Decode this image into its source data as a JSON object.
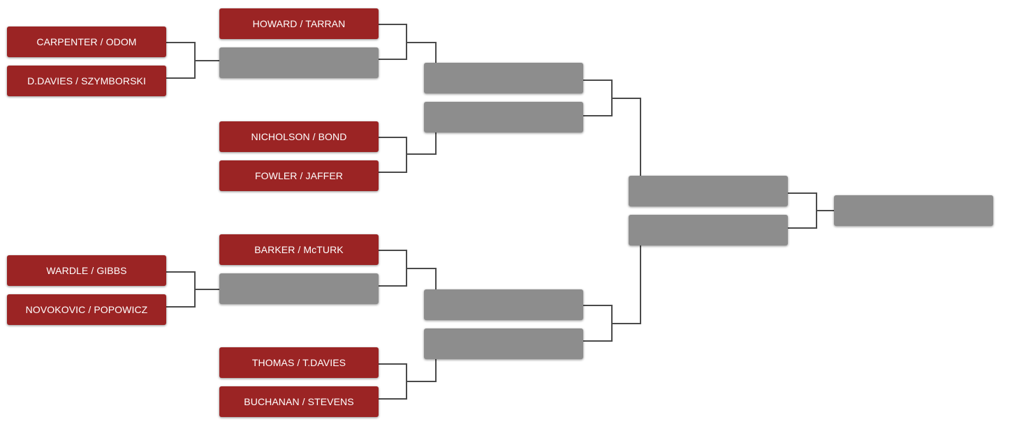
{
  "bracket": {
    "rounds": [
      {
        "slots": [
          {
            "label": "CARPENTER / ODOM",
            "status": "team"
          },
          {
            "label": "D.DAVIES / SZYMBORSKI",
            "status": "team"
          },
          {
            "label": "WARDLE / GIBBS",
            "status": "team"
          },
          {
            "label": "NOVOKOVIC / POPOWICZ",
            "status": "team"
          }
        ]
      },
      {
        "slots": [
          {
            "label": "HOWARD / TARRAN",
            "status": "team"
          },
          {
            "label": "",
            "status": "empty"
          },
          {
            "label": "NICHOLSON / BOND",
            "status": "team"
          },
          {
            "label": "FOWLER / JAFFER",
            "status": "team"
          },
          {
            "label": "BARKER / McTURK",
            "status": "team"
          },
          {
            "label": "",
            "status": "empty"
          },
          {
            "label": "THOMAS / T.DAVIES",
            "status": "team"
          },
          {
            "label": "BUCHANAN / STEVENS",
            "status": "team"
          }
        ]
      },
      {
        "slots": [
          {
            "label": "",
            "status": "empty"
          },
          {
            "label": "",
            "status": "empty"
          },
          {
            "label": "",
            "status": "empty"
          },
          {
            "label": "",
            "status": "empty"
          }
        ]
      },
      {
        "slots": [
          {
            "label": "",
            "status": "empty"
          },
          {
            "label": "",
            "status": "empty"
          }
        ]
      },
      {
        "slots": [
          {
            "label": "",
            "status": "empty"
          }
        ]
      }
    ],
    "colors": {
      "team": "#9b2424",
      "empty": "#8d8d8d",
      "connector": "#4a4a4a",
      "label_text": "#ffffff"
    }
  }
}
